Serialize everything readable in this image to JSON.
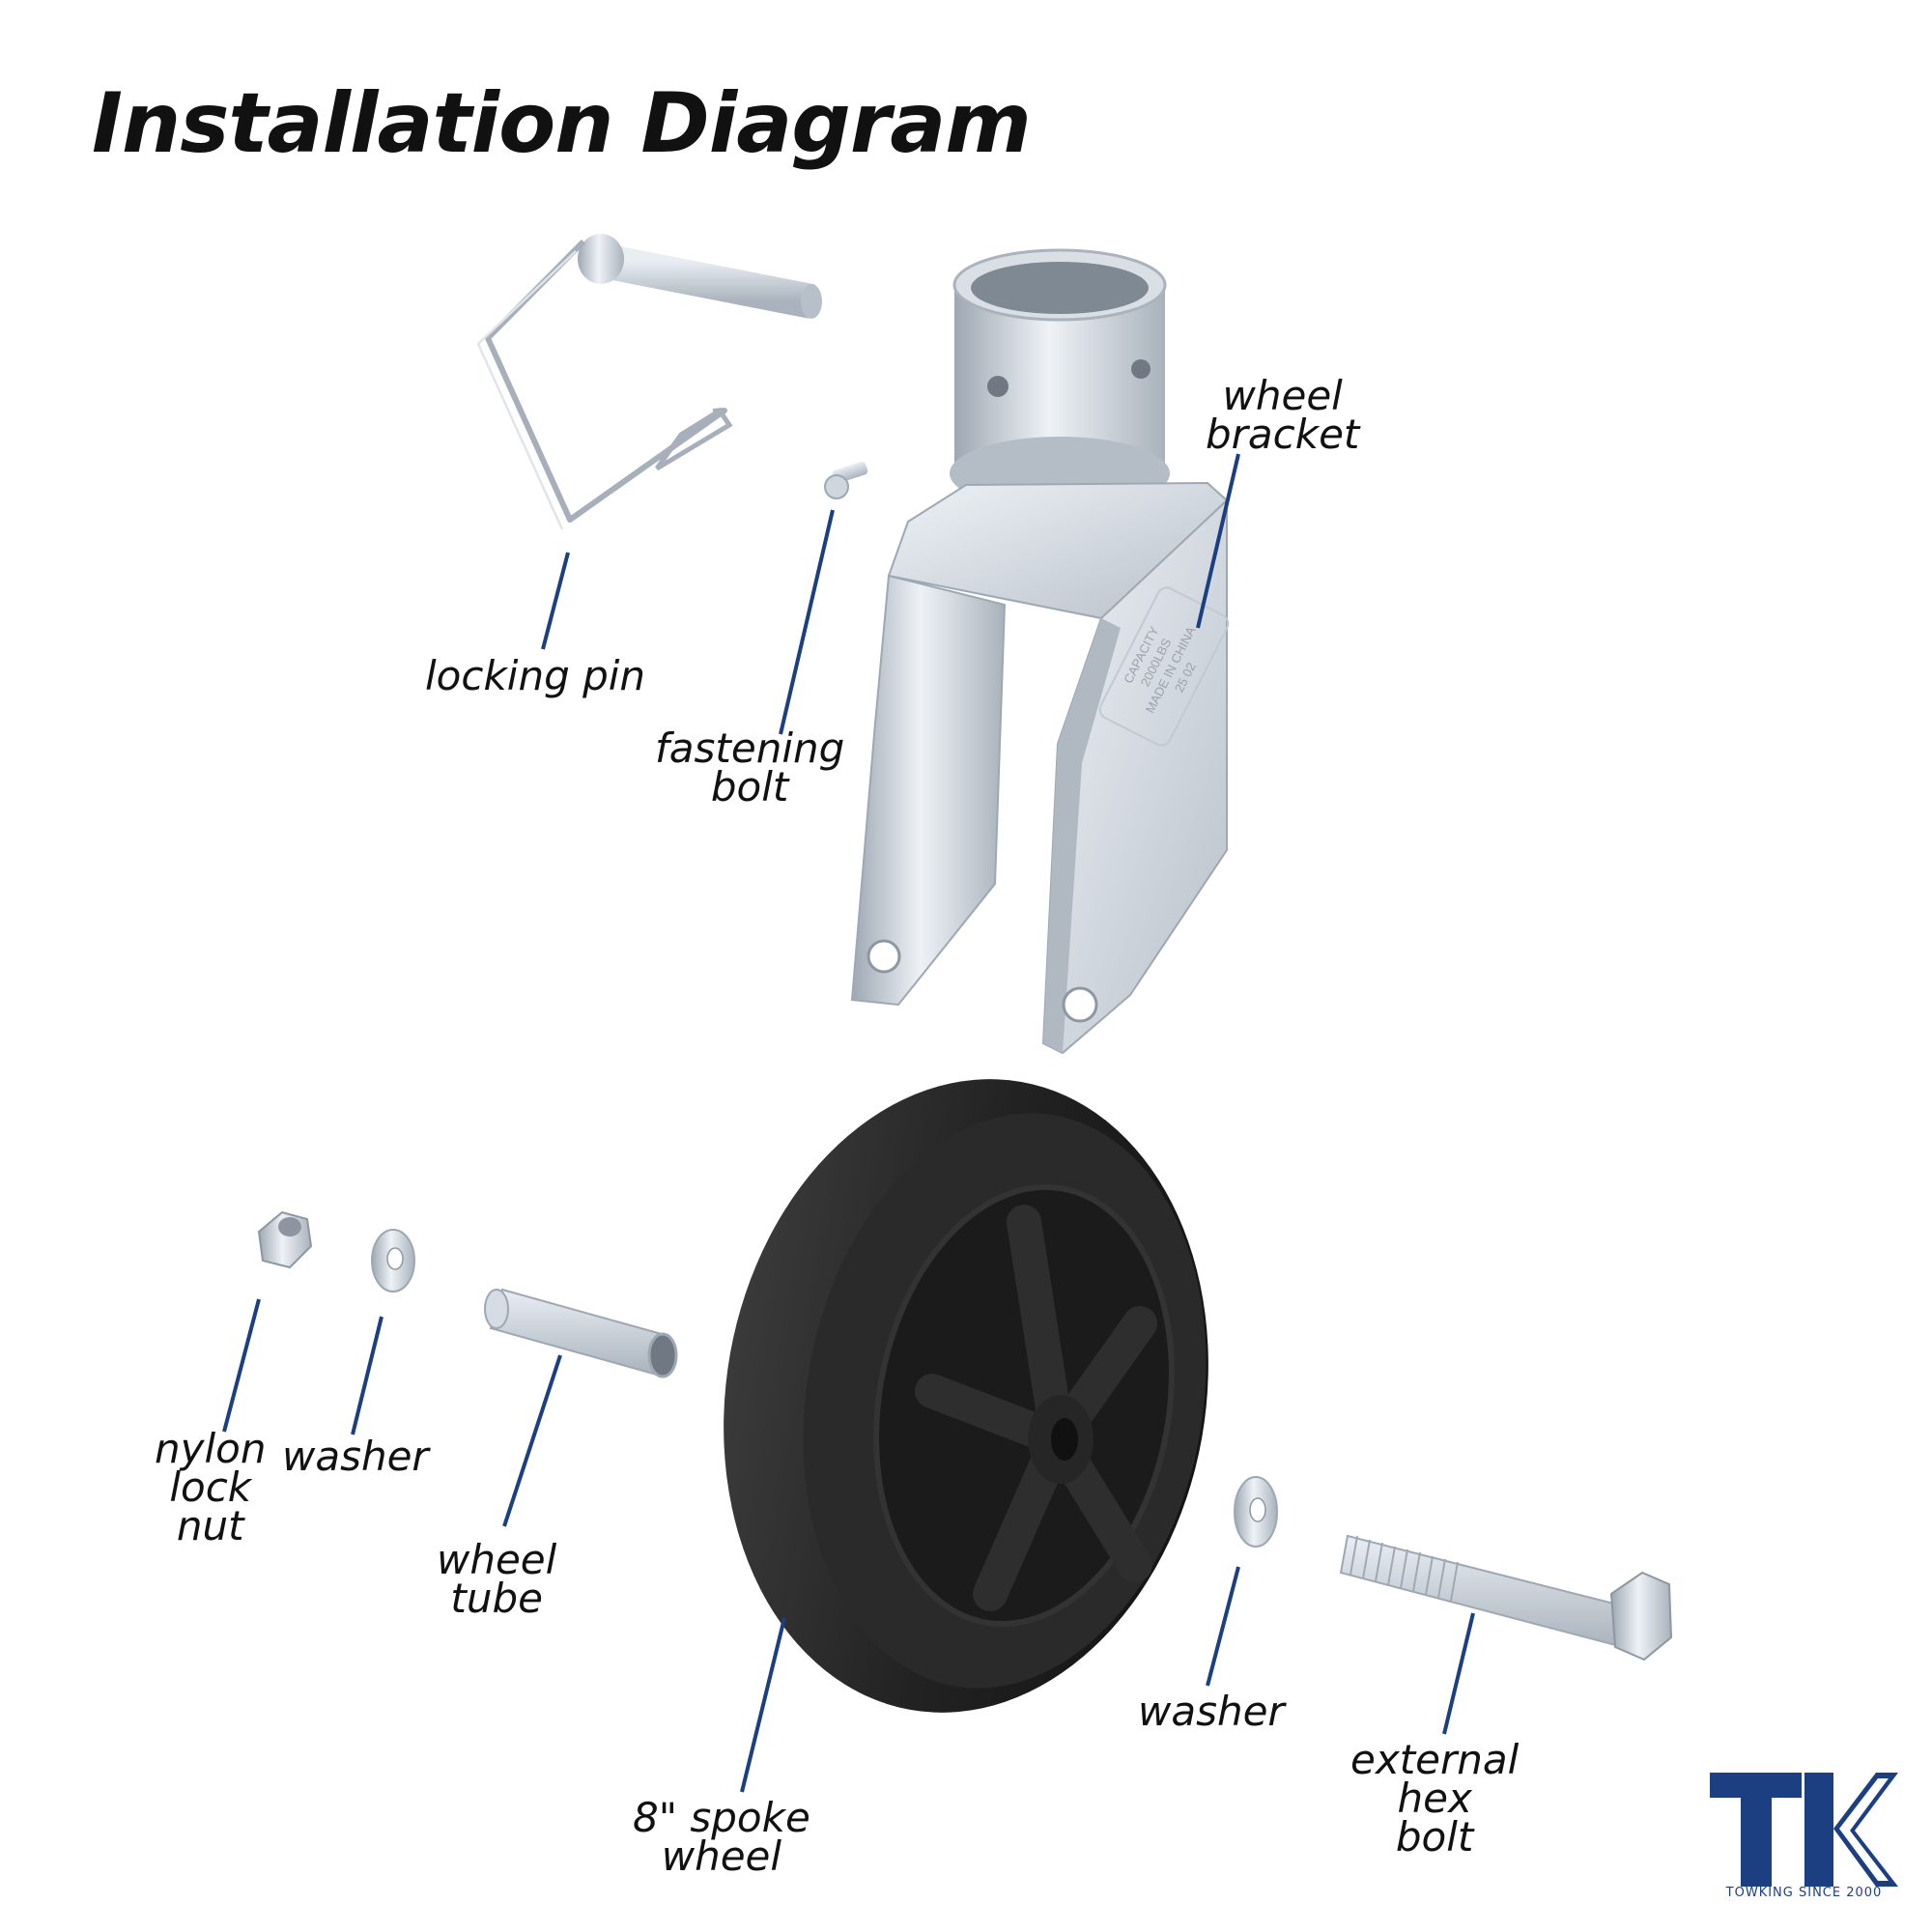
{
  "title": "Installation Diagram",
  "parts": {
    "locking_pin": [
      "locking pin"
    ],
    "fastening_bolt": [
      "fastening",
      "bolt"
    ],
    "wheel_bracket": [
      "wheel",
      "bracket"
    ],
    "nylon_lock_nut": [
      "nylon",
      "lock",
      "nut"
    ],
    "washer_left": [
      "washer"
    ],
    "wheel_tube": [
      "wheel",
      "tube"
    ],
    "spoke_wheel": [
      "8\" spoke",
      "wheel"
    ],
    "washer_right": [
      "washer"
    ],
    "external_hex_bolt": [
      "external",
      "hex",
      "bolt"
    ]
  },
  "bracket_stamp": [
    "CAPACITY",
    "2000LBS",
    "MADE IN CHINA",
    "25 02"
  ],
  "logo": {
    "letters": "TK",
    "tagline": "TOWKING SINCE 2000"
  },
  "colors": {
    "leader": "#1c3f82",
    "brand": "#1c3f82",
    "metal": "#c9d1da",
    "rubber": "#2b2b2b"
  }
}
